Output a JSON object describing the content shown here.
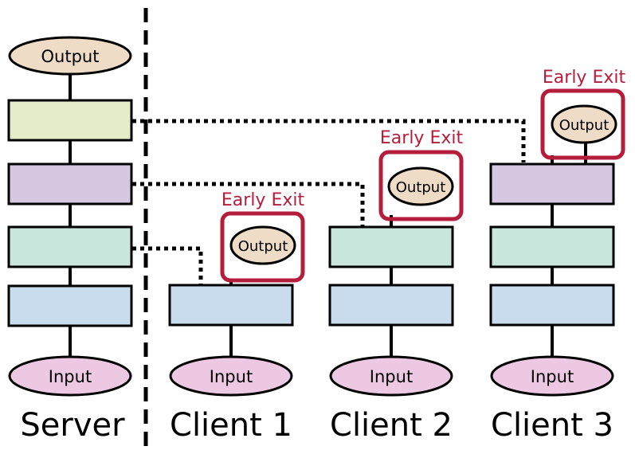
{
  "colors": {
    "output_fill": "#eedcc7",
    "input_fill": "#ecc8e2",
    "layer_green_light": "#e4edc9",
    "layer_purple": "#d7c8e2",
    "layer_teal": "#c8e6dc",
    "layer_blue": "#c8dcee",
    "early_exit": "#b41e3c",
    "stroke": "#000000"
  },
  "nodes": {
    "output_label": "Output",
    "input_label": "Input"
  },
  "early_exit_label": "Early Exit",
  "columns": {
    "server": "Server",
    "client1": "Client 1",
    "client2": "Client 2",
    "client3": "Client 3"
  }
}
